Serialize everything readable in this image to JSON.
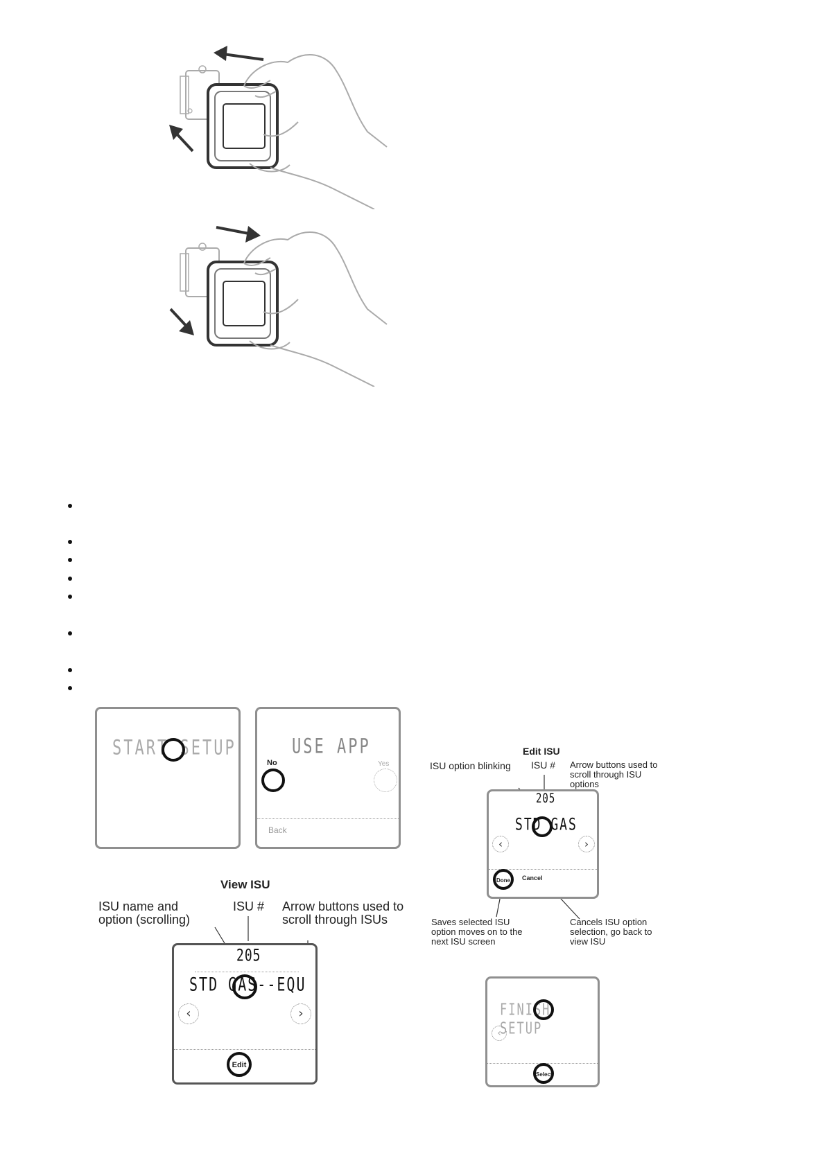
{
  "screens": {
    "start_setup": {
      "lcd": "START SETUP"
    },
    "use_app": {
      "lcd": "USE APP",
      "no_label": "No",
      "yes_label": "Yes",
      "back_label": "Back"
    },
    "view_isu": {
      "title": "View ISU",
      "label_name": "ISU name and option (scrolling)",
      "label_num": "ISU #",
      "label_arrows": "Arrow buttons used to scroll through ISUs",
      "isu_number": "205",
      "lcd": "STD GAS--EQU",
      "edit_label": "Edit"
    },
    "edit_isu": {
      "title": "Edit ISU",
      "label_blink": "ISU option blinking",
      "label_num": "ISU #",
      "label_arrows": "Arrow buttons used to scroll through ISU options",
      "isu_number": "205",
      "lcd": "STD GAS",
      "done_label": "Done",
      "cancel_label": "Cancel",
      "label_saves": "Saves selected ISU option moves on to the next ISU screen",
      "label_cancels": "Cancels ISU option selection, go back to view ISU"
    },
    "finish_setup": {
      "lcd": "FINISH SETUP",
      "select_label": "Select"
    }
  },
  "icons": {
    "left_arrow": "chevron-left-icon",
    "right_arrow": "chevron-right-icon"
  }
}
